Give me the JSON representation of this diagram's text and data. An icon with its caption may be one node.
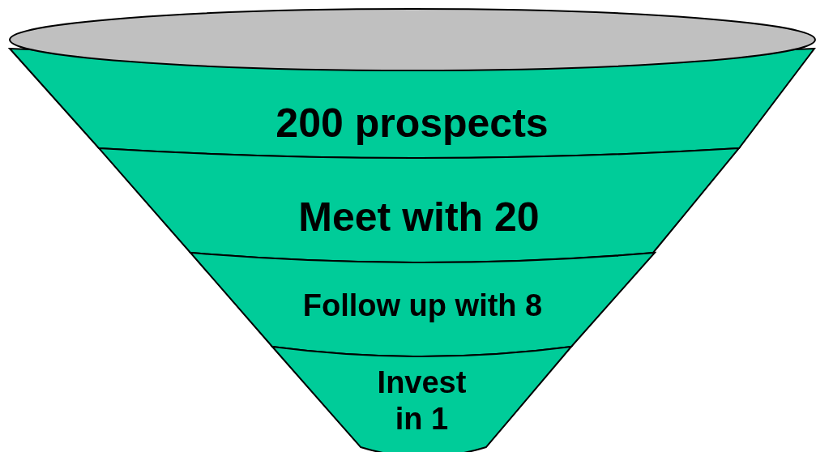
{
  "diagram": {
    "nodes": [
      {
        "text": [],
        "shape": "ellipse"
      },
      {
        "text": [
          "200 prospects"
        ]
      },
      {
        "text": [
          "Meet with 20"
        ]
      },
      {
        "text": [
          "Follow up with 8"
        ]
      },
      {
        "text": [
          "Invest in 1"
        ]
      }
    ]
  }
}
